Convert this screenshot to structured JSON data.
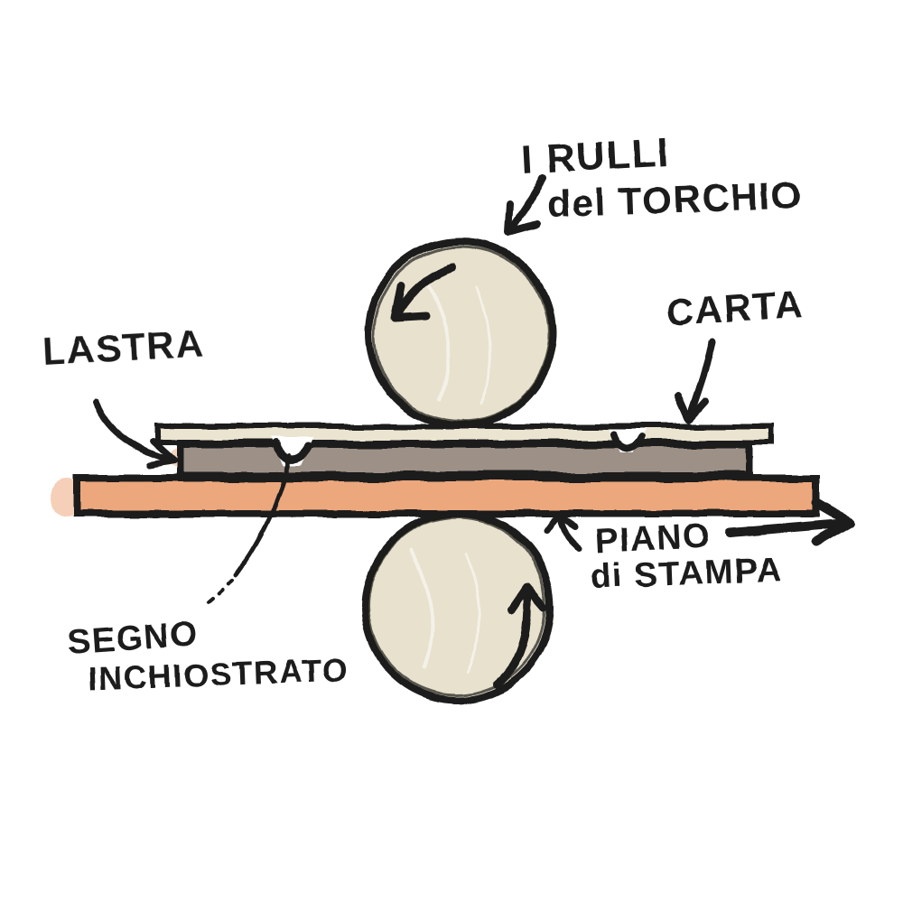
{
  "diagram": {
    "language": "Italian",
    "subject": "Schema di un torchio da stampa (printing press diagram)",
    "labels": {
      "rollers_line1": "I RULLI",
      "rollers_line2": "del TORCHIO",
      "paper": "CARTA",
      "plate": "LASTRA",
      "bed_line1": "PIANO",
      "bed_line2": "di STAMPA",
      "inked_mark_line1": "SEGNO",
      "inked_mark_line2": "INCHIOSTRATO"
    },
    "colors": {
      "background": "#ffffff",
      "ink": "#1d1c1a",
      "roller_fill": "#e7e1cd",
      "paper_fill": "#eae4d1",
      "plate_fill": "#9d9086",
      "bed_fill": "#eca77c"
    },
    "motion": {
      "top_roller_rotation": "counter-clockwise",
      "bottom_roller_rotation": "counter-clockwise",
      "bed_direction": "right"
    }
  }
}
